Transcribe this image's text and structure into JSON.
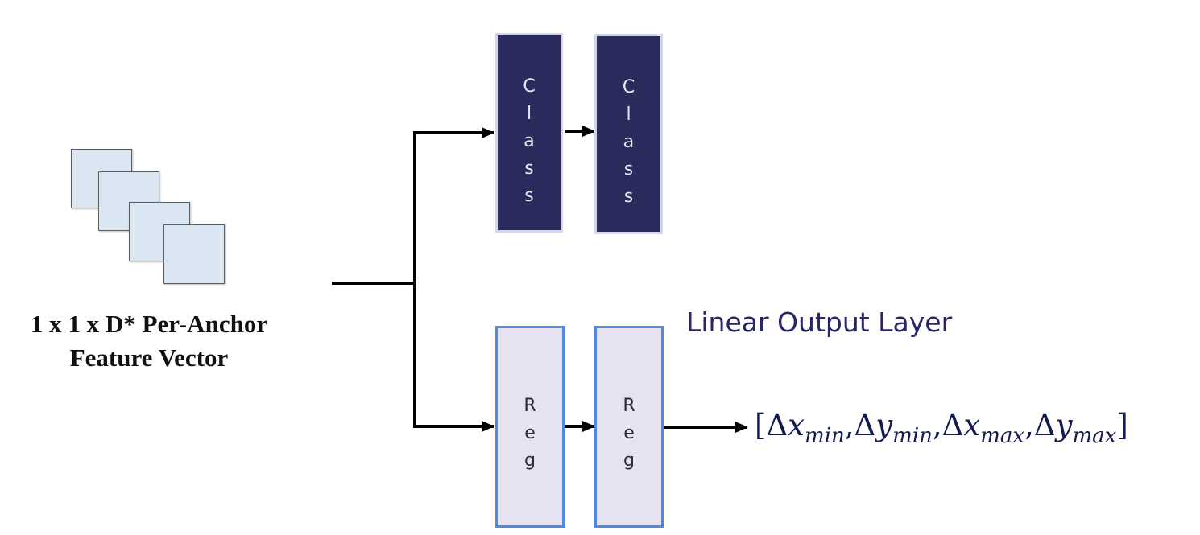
{
  "feature_vector": {
    "label_line1": "1 x 1 x D* Per-Anchor",
    "label_line2": "Feature Vector"
  },
  "class_branch": {
    "layers": [
      {
        "letters": [
          "C",
          "l",
          "a",
          "s",
          "s"
        ]
      },
      {
        "letters": [
          "C",
          "l",
          "a",
          "s",
          "s"
        ]
      }
    ]
  },
  "reg_branch": {
    "layers": [
      {
        "letters": [
          "R",
          "e",
          "g"
        ]
      },
      {
        "letters": [
          "R",
          "e",
          "g"
        ]
      }
    ],
    "label": "Linear Output Layer"
  },
  "output": {
    "open_bracket": "[",
    "close_bracket": "]",
    "separator": ",",
    "terms": [
      {
        "symbol": "Δ",
        "var": "x",
        "sub": "min"
      },
      {
        "symbol": "Δ",
        "var": "y",
        "sub": "min"
      },
      {
        "symbol": "Δ",
        "var": "x",
        "sub": "max"
      },
      {
        "symbol": "Δ",
        "var": "y",
        "sub": "max"
      }
    ]
  },
  "colors": {
    "class_fill": "#2a2a5c",
    "class_border": "#d3d6ea",
    "reg_fill": "#e5e3f2",
    "reg_border": "#4a8ce0",
    "square_fill": "#dbe6f3",
    "text_navy": "#272767"
  }
}
